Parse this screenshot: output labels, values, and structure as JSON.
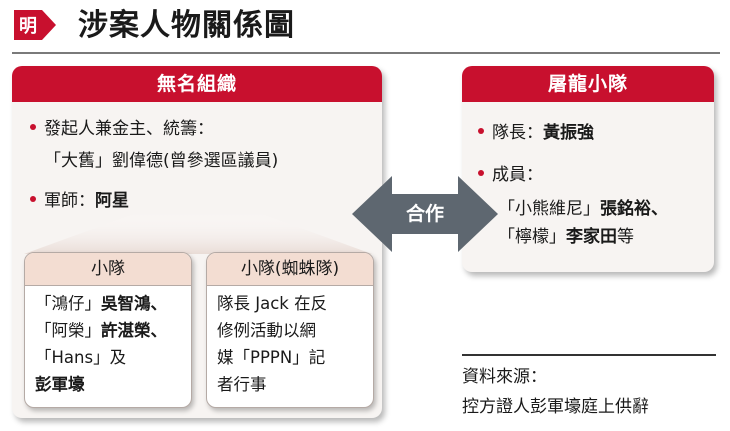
{
  "header": {
    "logo_char": "明",
    "title": "涉案人物關係圖"
  },
  "colors": {
    "accent": "#c8102e",
    "panel_bg": "#f7f4f2",
    "sub_header_bg": "#f3ddd2",
    "arrow": "#5e6770"
  },
  "left_group": {
    "title": "無名組織",
    "item1_prefix": "發起人兼金主、統籌：",
    "item1_line2_normal": "「大舊」劉偉德(曾參選區議員)",
    "item2_label": "軍師：",
    "item2_name": "阿星",
    "sub1": {
      "title": "小隊",
      "line1_a": "「鴻仔」",
      "line1_b": "吳智鴻、",
      "line2_a": "「阿榮」",
      "line2_b": "許湛榮、",
      "line3": "「Hans」及",
      "line4": "彭軍壕"
    },
    "sub2": {
      "title": "小隊(蜘蛛隊)",
      "line1": "隊長 Jack 在反",
      "line2": "修例活動以網",
      "line3": "媒「PPPN」記",
      "line4": "者行事"
    }
  },
  "right_group": {
    "title": "屠龍小隊",
    "leader_label": "隊長：",
    "leader_name": "黃振強",
    "members_label": "成員：",
    "member_line1_a": "「小熊維尼」",
    "member_line1_b": "張銘裕、",
    "member_line2_a": "「檸檬」",
    "member_line2_b": "李家田",
    "member_line2_c": "等"
  },
  "relation": {
    "label": "合作"
  },
  "source": {
    "line1": "資料來源：",
    "line2": "控方證人彭軍壕庭上供辭"
  }
}
